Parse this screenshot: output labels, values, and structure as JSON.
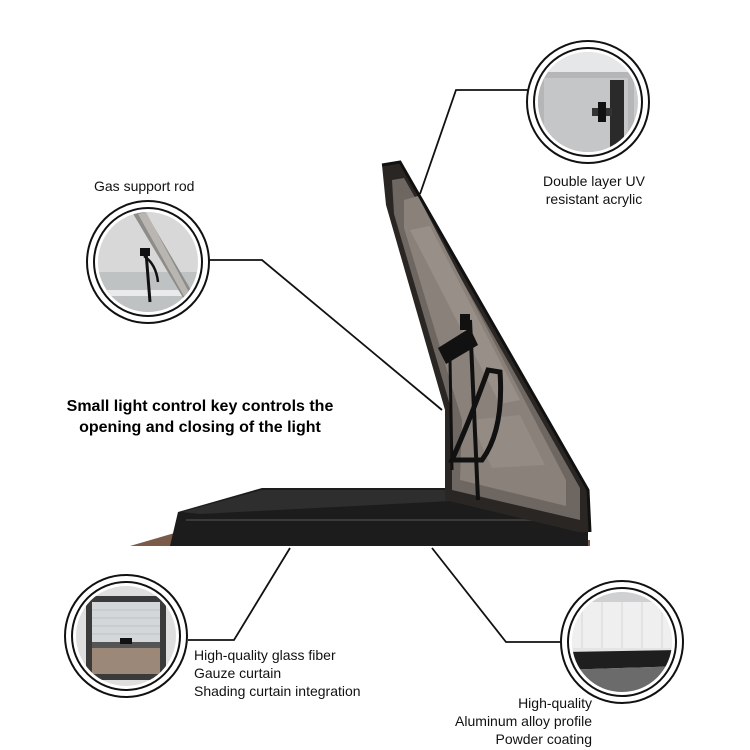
{
  "callouts": {
    "gas_support": {
      "label": "Gas support rod"
    },
    "acrylic": {
      "line1": "Double layer UV",
      "line2": "resistant acrylic"
    },
    "fiber": {
      "line1": "High-quality glass fiber",
      "line2": "Gauze curtain",
      "line3": "Shading curtain integration"
    },
    "aluminum": {
      "line1": "High-quality",
      "line2": "Aluminum alloy profile",
      "line3": "Powder coating"
    }
  },
  "headline": {
    "line1": "Small light control key controls the",
    "line2": "opening and closing of the light"
  },
  "colors": {
    "frame": "#1a1a1a",
    "acrylic_tint": "#6e6660",
    "flange": "#7a5a48",
    "line": "#111111"
  }
}
